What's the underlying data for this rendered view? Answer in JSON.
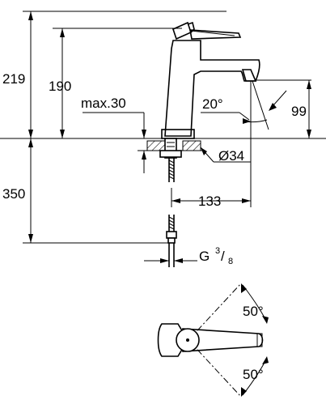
{
  "dimensions": {
    "total_height": "219",
    "spout_height": "190",
    "max_deck": "max.30",
    "spout_angle": "20°",
    "spout_outlet_height": "99",
    "hole_diameter": "Ø34",
    "below_deck_length": "350",
    "spout_reach": "133",
    "thread_prefix": "G",
    "thread_num": "3",
    "thread_slash": "/",
    "thread_den": "8",
    "lever_angle_top": "50°",
    "lever_angle_bottom": "50°"
  }
}
